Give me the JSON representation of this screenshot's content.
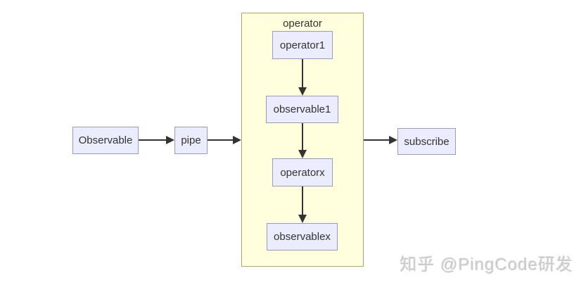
{
  "diagram": {
    "type": "flowchart",
    "container": {
      "label": "operator"
    },
    "nodes": {
      "observable": {
        "label": "Observable"
      },
      "pipe": {
        "label": "pipe"
      },
      "operator1": {
        "label": "operator1"
      },
      "observable1": {
        "label": "observable1"
      },
      "operatorx": {
        "label": "operatorx"
      },
      "observablex": {
        "label": "observablex"
      },
      "subscribe": {
        "label": "subscribe"
      }
    },
    "edges": [
      {
        "from": "Observable",
        "to": "pipe"
      },
      {
        "from": "pipe",
        "to": "operator"
      },
      {
        "from": "operator",
        "to": "subscribe"
      },
      {
        "from": "operator1",
        "to": "observable1"
      },
      {
        "from": "observable1",
        "to": "operatorx"
      },
      {
        "from": "operatorx",
        "to": "observablex"
      }
    ],
    "colors": {
      "node_fill": "#ECECFF",
      "node_border": "#9999CC",
      "container_fill": "#FFFFDE",
      "container_border": "#AAAA66",
      "arrow_color": "#333333",
      "text_color": "#333333"
    }
  },
  "watermark": {
    "text": "知乎 @PingCode研发"
  }
}
